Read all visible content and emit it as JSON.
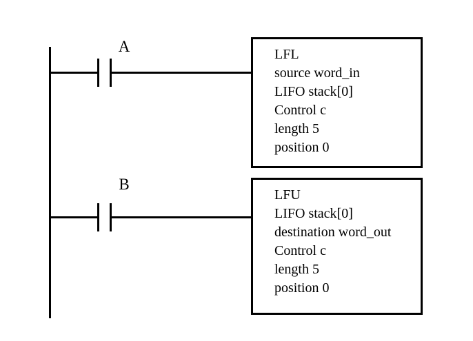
{
  "diagram": {
    "type": "ladder-logic",
    "background_color": "#ffffff",
    "line_color": "#000000",
    "power_rail": {
      "name": "left-power-rail"
    },
    "rungs": [
      {
        "id": "rung-1",
        "contact": {
          "label": "A",
          "type": "normally-open"
        },
        "block": {
          "id": "block-lfl",
          "lines": [
            "LFL",
            "source word_in",
            "LIFO stack[0]",
            "Control c",
            "length 5",
            "position 0"
          ]
        }
      },
      {
        "id": "rung-2",
        "contact": {
          "label": "B",
          "type": "normally-open"
        },
        "block": {
          "id": "block-lfu",
          "lines": [
            "LFU",
            "LIFO stack[0]",
            "destination word_out",
            "Control c",
            "length 5",
            "position 0"
          ]
        }
      }
    ]
  }
}
